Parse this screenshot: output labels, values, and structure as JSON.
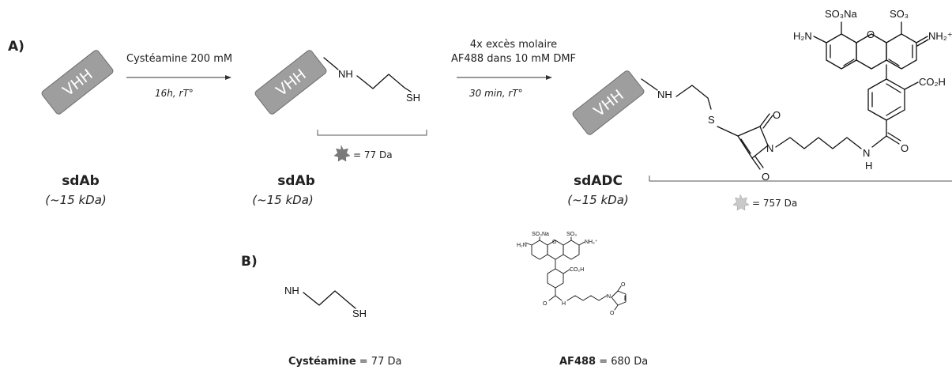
{
  "panels": {
    "a_label": "A)",
    "b_label": "B)"
  },
  "vhh_label": "VHH",
  "step1": {
    "reagent": "Cystéamine 200 mM",
    "conditions": "16h, rT°"
  },
  "step2": {
    "reagent_line1": "4x excès molaire",
    "reagent_line2": "AF488 dans 10 mM DMF",
    "conditions": "30 min, rT°"
  },
  "species": [
    {
      "name": "sdAb",
      "mass": "(~15 kDa)"
    },
    {
      "name": "sdAb",
      "mass": "(~15 kDa)"
    },
    {
      "name": "sdADC",
      "mass": "(~15 kDa)"
    }
  ],
  "added_mass": {
    "cysteamine_shift": "= 77 Da",
    "adc_shift": "= 757 Da"
  },
  "atoms": {
    "nh": "NH",
    "sh": "SH",
    "s": "S",
    "n": "N",
    "o": "O",
    "h": "H",
    "h2n": "H₂N",
    "so3na": "SO₃Na",
    "so3": "SO₃",
    "nh2plus": "NH₂⁺",
    "co2h": "CO₂H"
  },
  "legend_b": {
    "cysteamine_name": "Cystéamine",
    "cysteamine_mass": "= 77 Da",
    "af488_name": "AF488",
    "af488_mass": "= 680 Da"
  },
  "colors": {
    "vhh_fill": "#9e9e9e",
    "vhh_stroke": "#6f6f6f",
    "star_dark": "#7a7a7a",
    "star_light": "#c9c9c9"
  }
}
